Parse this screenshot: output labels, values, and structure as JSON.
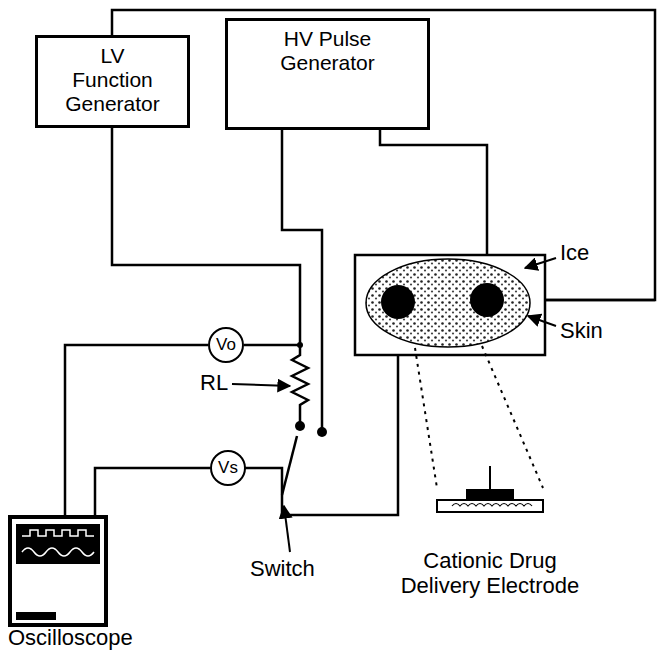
{
  "diagram": {
    "nodes": [
      {
        "text": [
          "LV Function Generator"
        ]
      },
      {
        "text": [
          "HV Pulse Generator"
        ]
      },
      {
        "text": [
          "Vo"
        ]
      },
      {
        "text": [
          "Vs"
        ]
      },
      {
        "text": [
          "Oscilloscope"
        ]
      }
    ],
    "edges": [
      {
        "from": 2,
        "to": 4,
        "arrow": "none"
      },
      {
        "from": 3,
        "to": 4,
        "arrow": "none"
      }
    ],
    "labels": [
      "Ice",
      "Skin",
      "RL",
      "Switch",
      "Cationic Drug Delivery Electrode"
    ]
  }
}
